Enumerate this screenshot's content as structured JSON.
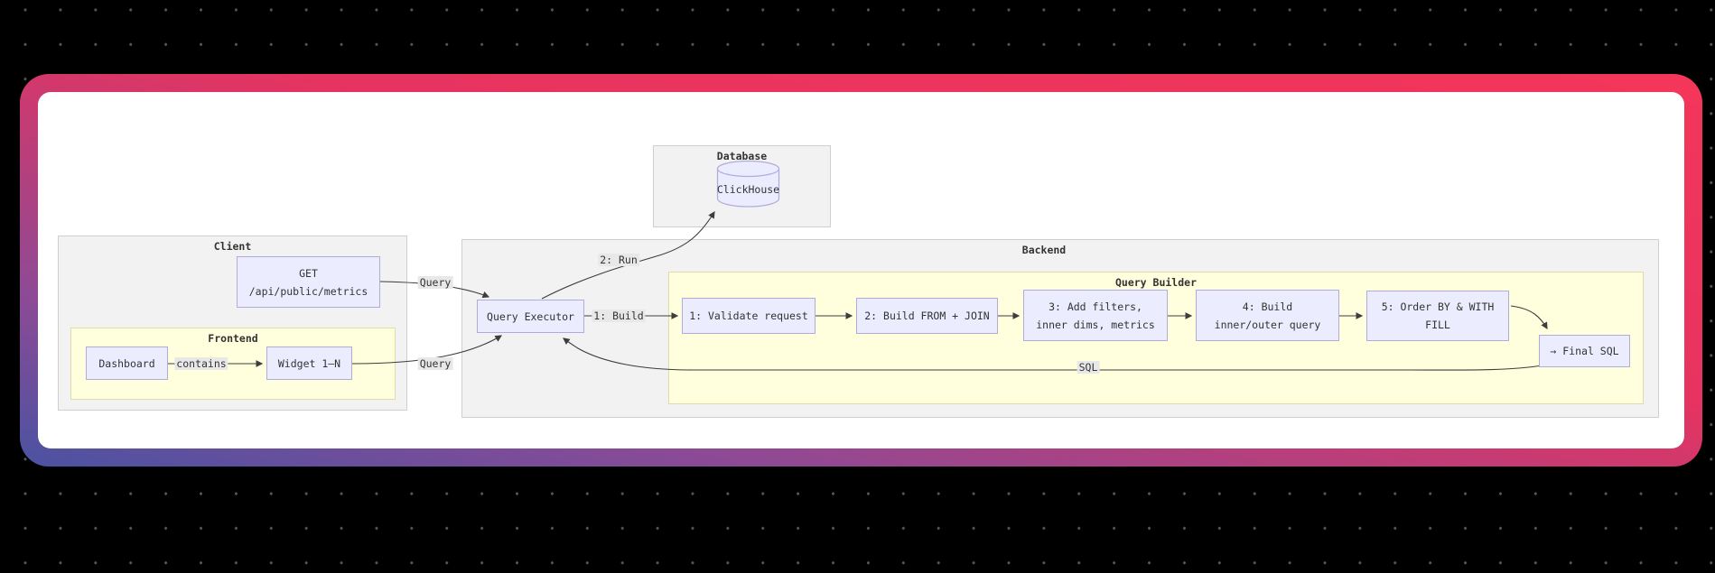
{
  "diagram": {
    "subgraphs": {
      "client": {
        "title": "Client"
      },
      "frontend": {
        "title": "Frontend"
      },
      "backend": {
        "title": "Backend"
      },
      "query_builder": {
        "title": "Query Builder"
      },
      "database": {
        "title": "Database"
      }
    },
    "nodes": {
      "get": {
        "label": "GET\n/api/public/metrics"
      },
      "dashboard": {
        "label": "Dashboard"
      },
      "widget": {
        "label": "Widget 1–N"
      },
      "query_executor": {
        "label": "Query Executor"
      },
      "clickhouse": {
        "label": "ClickHouse"
      },
      "step1": {
        "label": "1: Validate request"
      },
      "step2": {
        "label": "2: Build FROM + JOIN"
      },
      "step3": {
        "label": "3: Add filters,\ninner dims, metrics"
      },
      "step4": {
        "label": "4: Build\ninner/outer query"
      },
      "step5": {
        "label": "5: Order BY & WITH\nFILL"
      },
      "final_sql": {
        "label": "→ Final SQL"
      }
    },
    "edges": [
      {
        "from": "get",
        "to": "query_executor",
        "label": "Query"
      },
      {
        "from": "widget",
        "to": "query_executor",
        "label": "Query"
      },
      {
        "from": "dashboard",
        "to": "widget",
        "label": "contains"
      },
      {
        "from": "query_executor",
        "to": "step1",
        "label": "1: Build"
      },
      {
        "from": "query_executor",
        "to": "clickhouse",
        "label": "2: Run"
      },
      {
        "from": "step1",
        "to": "step2",
        "label": ""
      },
      {
        "from": "step2",
        "to": "step3",
        "label": ""
      },
      {
        "from": "step3",
        "to": "step4",
        "label": ""
      },
      {
        "from": "step4",
        "to": "step5",
        "label": ""
      },
      {
        "from": "step5",
        "to": "final_sql",
        "label": ""
      },
      {
        "from": "final_sql",
        "to": "query_executor",
        "label": "SQL"
      }
    ],
    "colors": {
      "node_fill": "#ECECFF",
      "node_border": "#b1abdd",
      "cluster_gray": "#f2f2f2",
      "cluster_yellow": "#ffffde",
      "edge": "#3d3d3d",
      "edge_label_bg": "#e8e8e8",
      "card_gradient_start": "#4a53a2",
      "card_gradient_end": "#f4365a",
      "background": "#000000",
      "dot": "#55555a"
    }
  }
}
